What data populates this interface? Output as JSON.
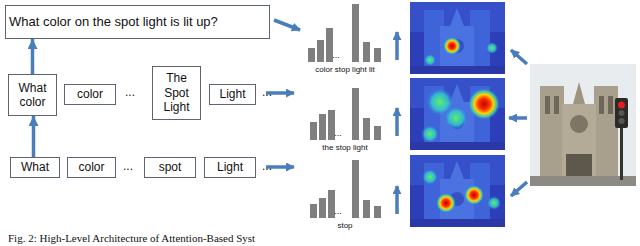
{
  "diagram": {
    "caption": "Fig. 2: High-Level Architecture of Attention-Based Syst",
    "nodes": [
      {
        "text": [
          "What color on the spot light is lit up?"
        ]
      },
      {
        "text": [
          "What color"
        ]
      },
      {
        "text": [
          "color"
        ]
      },
      {
        "text": [
          "The Spot Light"
        ]
      },
      {
        "text": [
          "Light"
        ]
      },
      {
        "text": [
          "What"
        ]
      },
      {
        "text": [
          "color"
        ]
      },
      {
        "text": [
          "spot"
        ]
      },
      {
        "text": [
          "Light"
        ]
      }
    ],
    "edges": [
      {
        "from": 5,
        "to": 1,
        "arrow": "to"
      },
      {
        "from": 1,
        "to": 0,
        "arrow": "to"
      }
    ],
    "labels": [
      "...",
      "color stop light lit",
      "...",
      "...",
      "...",
      "the stop light",
      "...",
      "...",
      "...",
      "stop"
    ]
  }
}
